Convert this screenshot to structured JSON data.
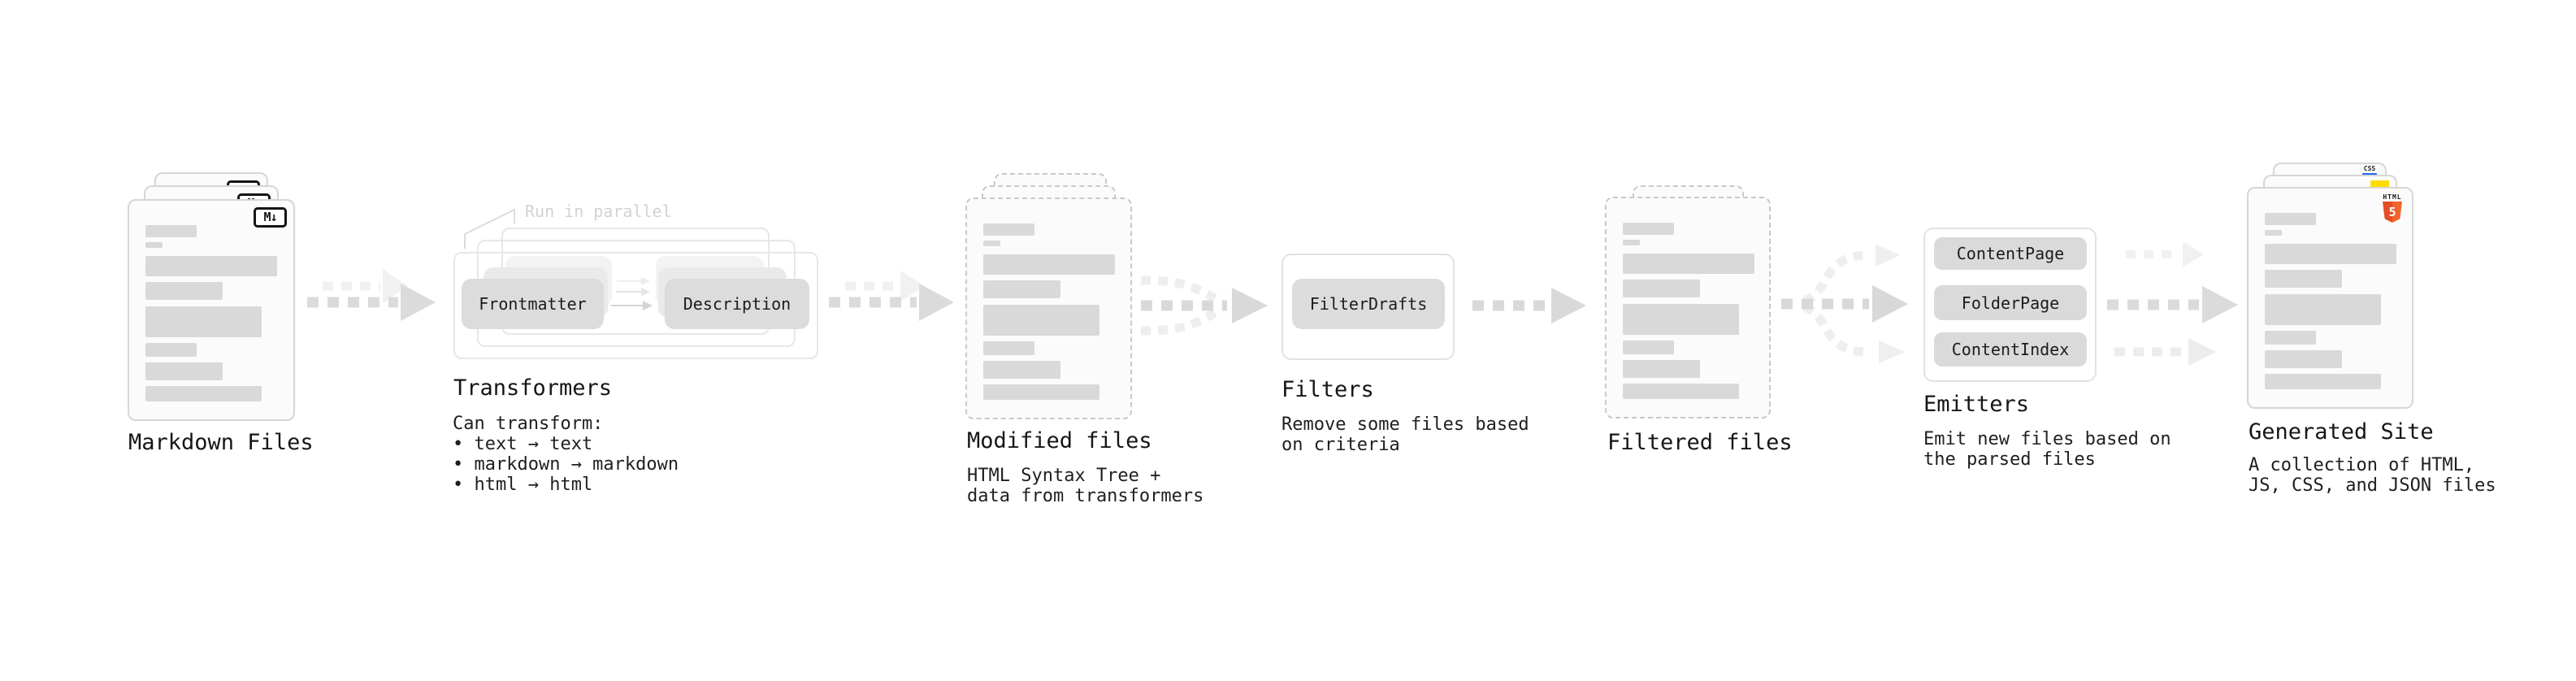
{
  "markdown": {
    "label": "Markdown Files",
    "badge": "M↓"
  },
  "transformers": {
    "label": "Transformers",
    "callout": "Run in parallel",
    "chip_frontmatter": "Frontmatter",
    "chip_description": "Description",
    "desc": "Can transform:\n • text → text\n • markdown → markdown\n • html → html"
  },
  "modified": {
    "label": "Modified files",
    "desc": "HTML Syntax Tree +\ndata from transformers"
  },
  "filters": {
    "label": "Filters",
    "chip": "FilterDrafts",
    "desc": "Remove some files based\non criteria"
  },
  "filtered": {
    "label": "Filtered files"
  },
  "emitters": {
    "label": "Emitters",
    "chips": [
      "ContentPage",
      "FolderPage",
      "ContentIndex"
    ],
    "desc": "Emit new files based on\nthe parsed files"
  },
  "generated": {
    "label": "Generated Site",
    "desc": "A collection of HTML,\nJS, CSS, and JSON files",
    "css_badge": "CSS",
    "html_badge_label": "HTML",
    "html_badge_number": "5"
  },
  "colors": {
    "accent_orange": "#e44d26",
    "accent_yellow": "#ffdd00",
    "accent_blue": "#2965f1"
  }
}
